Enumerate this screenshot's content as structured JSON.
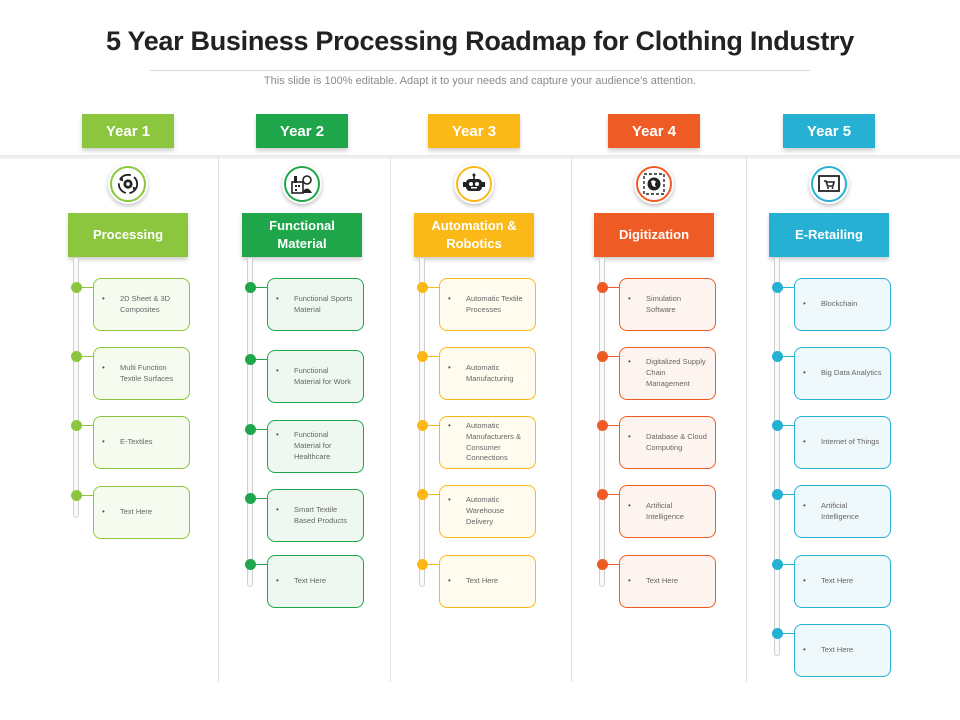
{
  "header": {
    "title": "5 Year Business Processing Roadmap for Clothing Industry",
    "subtitle": "This slide is 100% editable. Adapt it to your needs and capture your audience’s attention."
  },
  "columns": [
    {
      "year": "Year 1",
      "category": "Processing",
      "color": "#8cc63e",
      "tint": "#f6fbef",
      "icon": "gear-cycle-icon",
      "items": [
        "2D Sheet & 3D Composites",
        "Multi Function Textile Surfaces",
        "E-Textiles",
        "Text Here"
      ]
    },
    {
      "year": "Year 2",
      "category": "Functional Material",
      "color": "#1fa64a",
      "tint": "#eef8f1",
      "icon": "factory-worker-icon",
      "items": [
        "Functional Sports Material",
        "Functional Material for Work",
        "Functional Material for Healthcare",
        "Smart Textile Based Products",
        "Text Here"
      ]
    },
    {
      "year": "Year 3",
      "category": "Automation & Robotics",
      "color": "#fbb917",
      "tint": "#fffbee",
      "icon": "robot-icon",
      "items": [
        "Automatic Textile Processes",
        "Automatic Manufacturing",
        "Automatic Manufacturers & Consumer Connections",
        "Automatic Warehouse Delivery",
        "Text Here"
      ]
    },
    {
      "year": "Year 4",
      "category": "Digitization",
      "color": "#ef5b25",
      "tint": "#fef4ef",
      "icon": "digital-globe-icon",
      "items": [
        "Simulation Software",
        "Digitalized Supply Chain Management",
        "Database & Cloud Computing",
        "Artificial Intelligence",
        "Text Here"
      ]
    },
    {
      "year": "Year 5",
      "category": "E-Retailing",
      "color": "#26b0d4",
      "tint": "#eff8fb",
      "icon": "shopping-cart-screen-icon",
      "items": [
        "Blockchain",
        "Big Data Analytics",
        "Internet of Things",
        "Artificial Intelligence",
        "Text Here",
        "Text Here"
      ]
    }
  ]
}
